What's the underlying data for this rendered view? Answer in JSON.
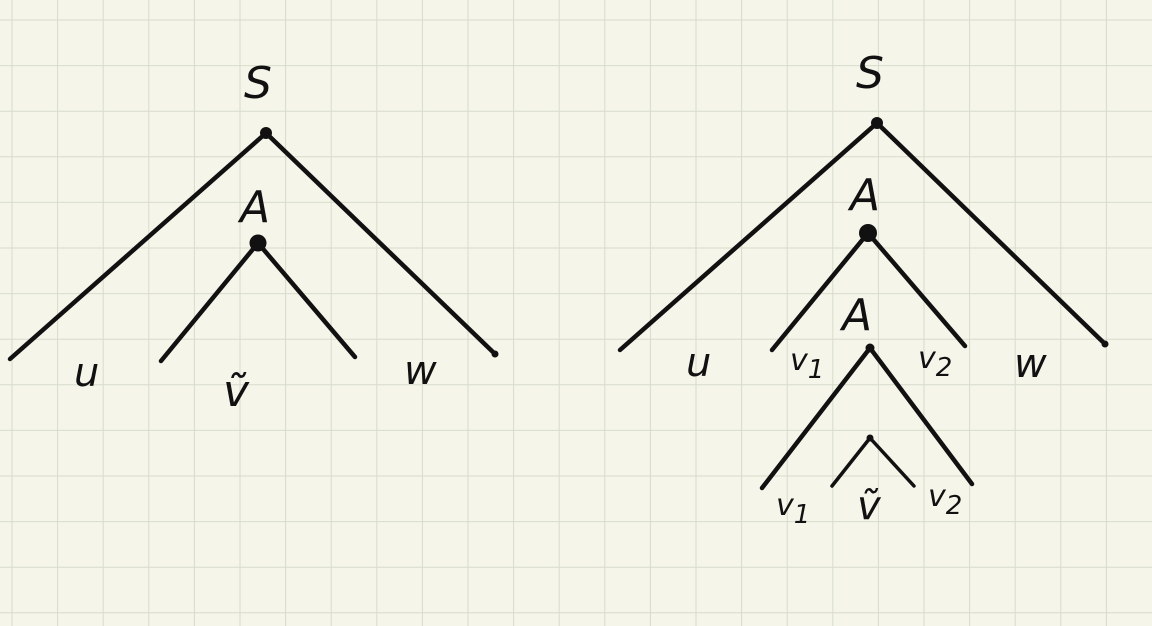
{
  "left_tree": {
    "root_label": "S",
    "inner_label": "A",
    "leaf_u": "u",
    "leaf_v_tilde": "ṽ",
    "leaf_w": "w"
  },
  "right_tree": {
    "root_label": "S",
    "inner_label_1": "A",
    "inner_label_2": "A",
    "leaf_u": "u",
    "leaf_v1_top": "v",
    "leaf_v1_top_sub": "1",
    "leaf_v2_top": "v",
    "leaf_v2_top_sub": "2",
    "leaf_w": "w",
    "leaf_v1_bottom": "v",
    "leaf_v1_bottom_sub": "1",
    "leaf_v_tilde": "ṽ",
    "leaf_v2_bottom": "v",
    "leaf_v2_bottom_sub": "2"
  }
}
